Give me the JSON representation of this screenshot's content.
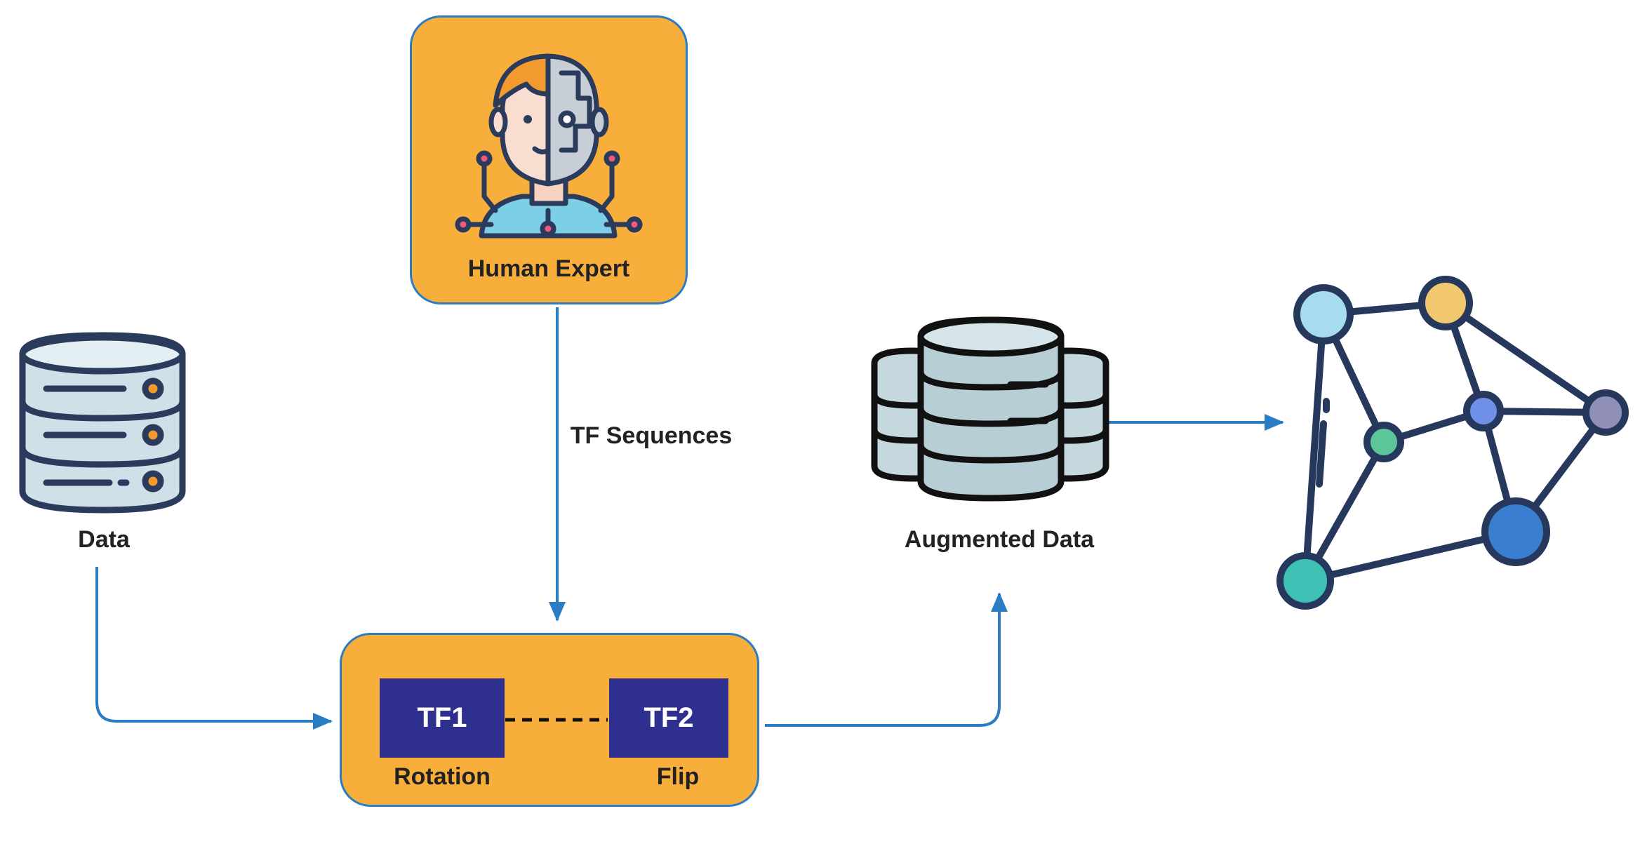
{
  "nodes": {
    "human_expert": {
      "label": "Human Expert"
    },
    "data": {
      "label": "Data"
    },
    "augmented_data": {
      "label": "Augmented Data"
    },
    "tf_sequences": {
      "label": "TF Sequences"
    },
    "tf1": {
      "label": "TF1",
      "caption": "Rotation"
    },
    "tf2": {
      "label": "TF2",
      "caption": "Flip"
    }
  },
  "colors": {
    "panel_fill": "#f8ae3b",
    "panel_border": "#2a7dc4",
    "tf_box": "#2e2f8e",
    "arrow": "#2a7dc4",
    "outline": "#2b3b5c",
    "db_fill": "#cfe0e8",
    "db_shade": "#a9c3cd"
  },
  "icons": {
    "data": "database-icon",
    "augmented_data": "database-stack-icon",
    "human_expert": "human-robot-icon",
    "model": "neural-network-icon"
  }
}
